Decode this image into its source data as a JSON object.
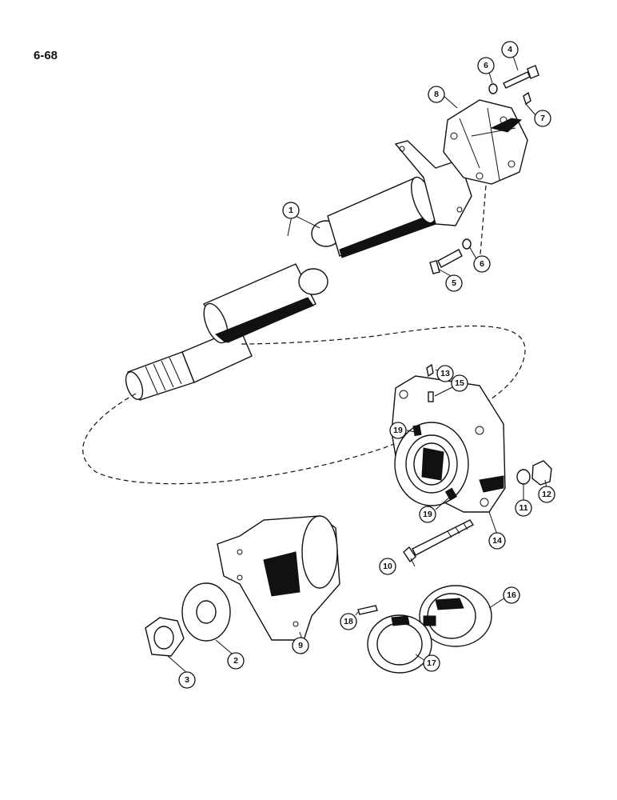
{
  "page": {
    "number": "6-68"
  },
  "callouts": [
    {
      "id": "c1a",
      "label": "1"
    },
    {
      "id": "c2",
      "label": "2"
    },
    {
      "id": "c3",
      "label": "3"
    },
    {
      "id": "c4",
      "label": "4"
    },
    {
      "id": "c5",
      "label": "5"
    },
    {
      "id": "c6a",
      "label": "6"
    },
    {
      "id": "c6b",
      "label": "6"
    },
    {
      "id": "c7",
      "label": "7"
    },
    {
      "id": "c8",
      "label": "8"
    },
    {
      "id": "c9",
      "label": "9"
    },
    {
      "id": "c10",
      "label": "10"
    },
    {
      "id": "c11",
      "label": "11"
    },
    {
      "id": "c12",
      "label": "12"
    },
    {
      "id": "c13",
      "label": "13"
    },
    {
      "id": "c14",
      "label": "14"
    },
    {
      "id": "c15",
      "label": "15"
    },
    {
      "id": "c16",
      "label": "16"
    },
    {
      "id": "c17",
      "label": "17"
    },
    {
      "id": "c18",
      "label": "18"
    },
    {
      "id": "c19a",
      "label": "19"
    },
    {
      "id": "c19b",
      "label": "19"
    }
  ]
}
